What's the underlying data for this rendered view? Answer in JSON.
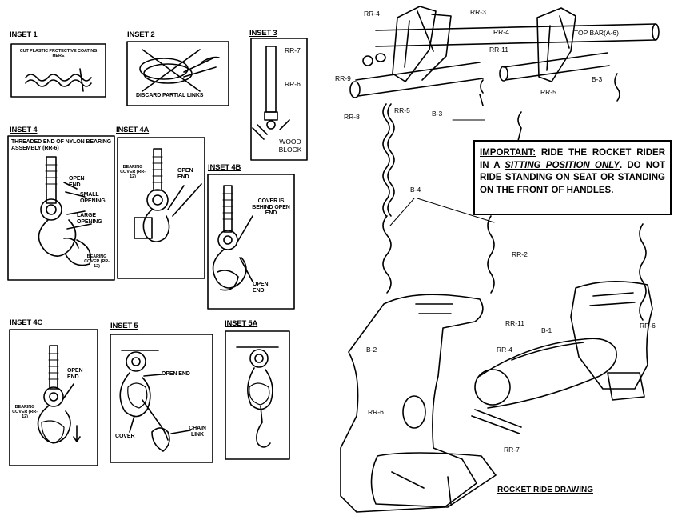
{
  "insets": {
    "inset1": {
      "title": "INSET 1",
      "label": "CUT PLASTIC PROTECTIVE COATING HERE"
    },
    "inset2": {
      "title": "INSET 2",
      "label": "DISCARD PARTIAL LINKS"
    },
    "inset3": {
      "title": "INSET 3",
      "rr7": "RR-7",
      "rr6": "RR-6",
      "block": "WOOD BLOCK"
    },
    "inset4": {
      "title": "INSET 4",
      "threaded": "THREADED END OF NYLON BEARING ASSEMBLY (RR-6)",
      "open_end": "OPEN END",
      "small": "SMALL OPENING",
      "large": "LARGE OPENING",
      "cover": "BEARING COVER (RR-12)"
    },
    "inset4a": {
      "title": "INSET 4A",
      "cover": "BEARING COVER (RR-12)",
      "open_end": "OPEN END"
    },
    "inset4b": {
      "title": "INSET 4B",
      "cover_behind": "COVER IS BEHIND OPEN END",
      "open_end": "OPEN END"
    },
    "inset4c": {
      "title": "INSET 4C",
      "open_end": "OPEN END",
      "cover": "BEARING COVER (RR-12)"
    },
    "inset5": {
      "title": "INSET 5",
      "open_end": "OPEN END",
      "cover": "COVER",
      "chain_link": "CHAIN LINK"
    },
    "inset5a": {
      "title": "INSET 5A"
    }
  },
  "parts": {
    "rr4_top": "RR-4",
    "rr3": "RR-3",
    "rr4_mid": "RR-4",
    "top_bar": "TOP BAR(A-6)",
    "rr11_top": "RR-11",
    "rr9": "RR-9",
    "b3_left": "B-3",
    "b3_right": "B-3",
    "rr8": "RR-8",
    "rr5_left": "RR-5",
    "rr5_right": "RR-5",
    "b4": "B-4",
    "rr2": "RR-2",
    "rr11_mid": "RR-11",
    "rr4_low": "RR-4",
    "b1": "B-1",
    "rr6_right": "RR-6",
    "b2": "B-2",
    "rr6_left": "RR-6",
    "rr7": "RR-7"
  },
  "warning": {
    "important": "IMPORTANT:",
    "text1": " RIDE THE ROCKET RIDER IN A ",
    "emph": "SITTING POSITION ONLY",
    "text2": ". DO NOT RIDE STANDING ON SEAT OR STANDING ON THE FRONT OF HANDLES."
  },
  "drawing_title": "ROCKET RIDE DRAWING"
}
